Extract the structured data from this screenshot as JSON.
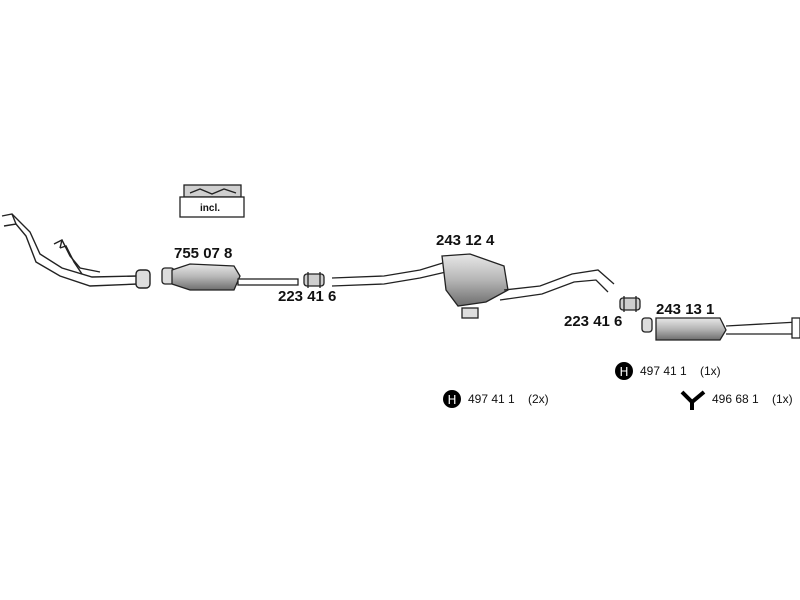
{
  "parts": {
    "catalytic_converter": "755 07 8",
    "clamp_front": "223 41 6",
    "middle_silencer": "243 12 4",
    "clamp_rear": "223 41 6",
    "rear_silencer": "243 13 1"
  },
  "kit_badge": {
    "text": "incl."
  },
  "mounts": [
    {
      "part": "497 41 1",
      "qty": "(2x)"
    },
    {
      "part": "497 41 1",
      "qty": "(1x)"
    },
    {
      "part": "496 68 1",
      "qty": "(1x)"
    }
  ]
}
